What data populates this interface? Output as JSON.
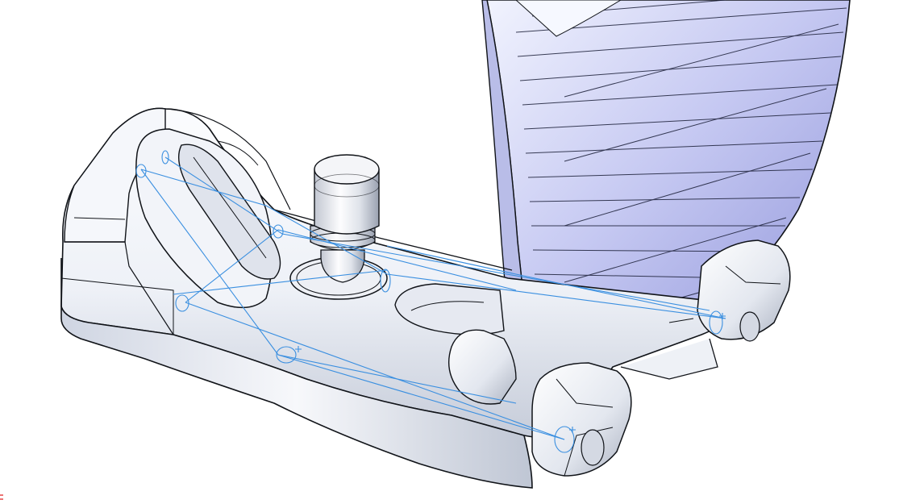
{
  "app": {
    "view": "cad-graphics-area"
  },
  "viewport": {
    "background": "#ffffff",
    "model": {
      "parts": [
        "base-bracket",
        "swivel-knob",
        "blade-fin",
        "sketch-overlay"
      ],
      "colors": {
        "part_light": "#f4f6fb",
        "part_shade": "#c9cfdd",
        "edge": "#101318",
        "blade_light": "#eceffd",
        "blade_dark": "#8e93da",
        "sketch": "#3a8fe0",
        "origin_marker": "#e02020"
      }
    }
  }
}
